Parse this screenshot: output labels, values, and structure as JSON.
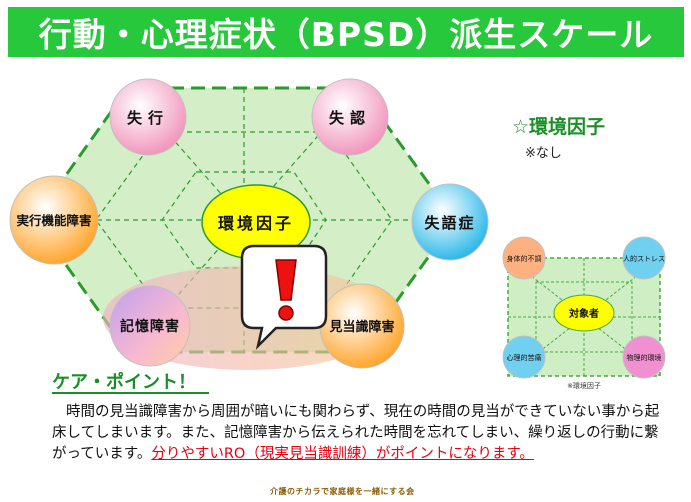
{
  "title": "行動・心理症状（BPSD）派生スケール",
  "colors": {
    "title_bg": "#28c83c",
    "heading_green": "#1a8f28",
    "hex_fill": "#d4efc8",
    "hex_line": "#2a9b2a",
    "center_yellow": "#ffff00",
    "accent_red": "#e60012"
  },
  "main_diagram": {
    "center": "環境因子",
    "nodes": [
      {
        "label": "失行",
        "color": "#f5c6d8",
        "icon": "pink-circle"
      },
      {
        "label": "失認",
        "color": "#f5c6d8",
        "icon": "pink-circle"
      },
      {
        "label": "実行機能障害",
        "color": "#ffd34d",
        "icon": "orange-circle"
      },
      {
        "label": "失語症",
        "color": "#6fd0f0",
        "icon": "blue-circle"
      },
      {
        "label": "記憶障害",
        "color": "#b9a8e8",
        "icon": "purple-circle"
      },
      {
        "label": "見当識障害",
        "color": "#ffb24d",
        "icon": "orange-circle"
      }
    ],
    "callout_icon": "exclamation-icon"
  },
  "environment": {
    "heading": "☆環境因子",
    "note": "※なし"
  },
  "small_diagram": {
    "center": "対象者",
    "corners": [
      "身体的不調",
      "人的ストレス",
      "心理的苦痛",
      "物理的環境"
    ],
    "caption": "※環境因子"
  },
  "care": {
    "heading": "ケア・ポイント！",
    "text": "時間の見当識障害から周囲が暗いにも関わらず、現在の時間の見当ができていない事から起床してしまいます。また、記憶障害から伝えられた時間を忘れてしまい、繰り返しの行動に繋がっています。",
    "emphasis": "分りやすいRO（現実見当識訓練）がポイントになります。"
  },
  "footer": "介護のチカラで家庭様を一緒にする会"
}
